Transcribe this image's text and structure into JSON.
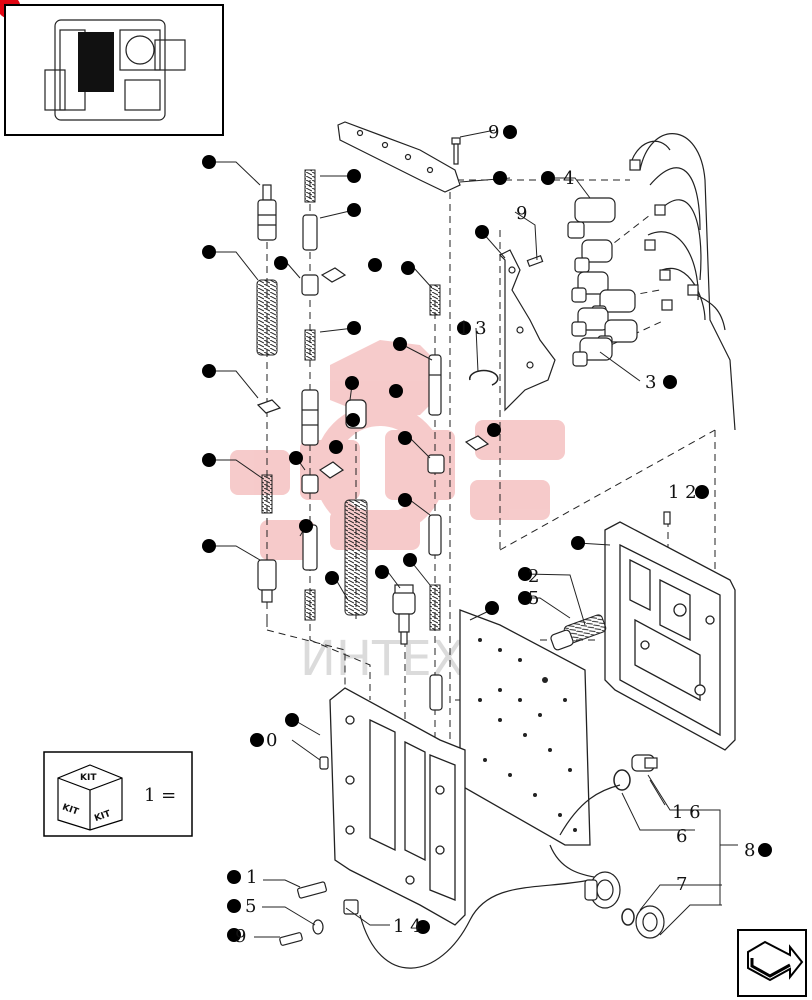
{
  "thumbnail": {
    "description_icon": "transmission-thumbnail-icon"
  },
  "kit_legend": {
    "kit_word": "KIT",
    "equals_text": "1 ="
  },
  "watermark": {
    "text": "ИНТЕХ",
    "color": "#f3b9b9"
  },
  "colors": {
    "bullet": "#000000",
    "line": "#111111",
    "corner_badge": "#e30613"
  },
  "callouts": {
    "c9_top": "9",
    "c4": "4",
    "c9_mid": "9",
    "c13": "1 3",
    "c3": "3",
    "c12": "1 2",
    "c2": "2",
    "c5_right": "5",
    "c0": "0",
    "c16": "1 6",
    "c6": "6",
    "c8": "8",
    "c7": "7",
    "c1": "1",
    "c5_bottom": "5",
    "c9_bottom": "9",
    "c14": "1 4"
  },
  "nav": {
    "icon": "next-page-arrow-icon"
  }
}
